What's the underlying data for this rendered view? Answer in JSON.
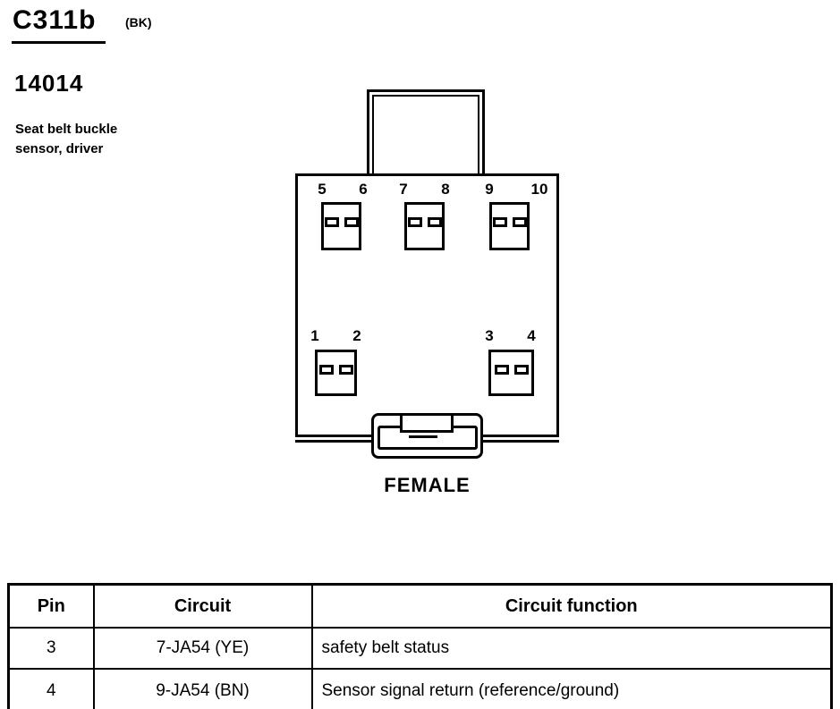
{
  "header": {
    "connector_id": "C311b",
    "color_code": "(BK)",
    "part_number": "14014",
    "description_line1": "Seat belt buckle",
    "description_line2": "sensor, driver"
  },
  "connector": {
    "gender_label": "FEMALE",
    "top_row_pins": [
      "5",
      "6",
      "7",
      "8",
      "9",
      "10"
    ],
    "bottom_row_pins": [
      "1",
      "2",
      "3",
      "4"
    ]
  },
  "pinout_table": {
    "headers": [
      "Pin",
      "Circuit",
      "Circuit function"
    ],
    "rows": [
      {
        "pin": "3",
        "circuit": "7-JA54 (YE)",
        "function": "safety belt status"
      },
      {
        "pin": "4",
        "circuit": "9-JA54 (BN)",
        "function": "Sensor signal return (reference/ground)"
      }
    ]
  },
  "colors": {
    "ink": "#000000",
    "background": "#ffffff"
  }
}
